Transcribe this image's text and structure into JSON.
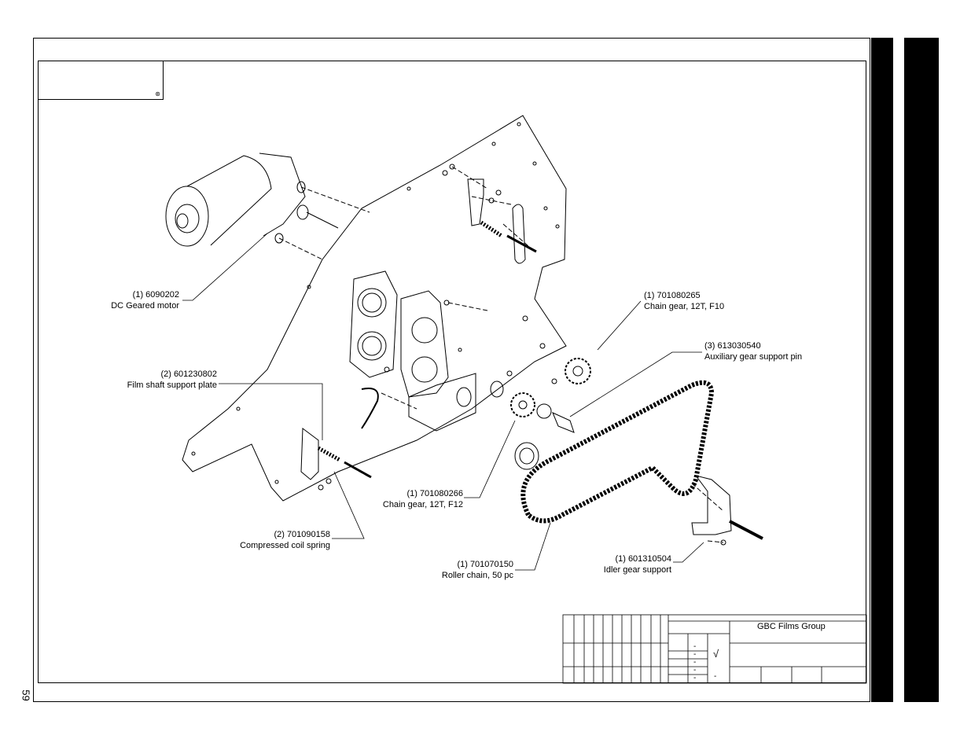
{
  "page": {
    "number": "59"
  },
  "callouts": [
    {
      "qty": "(1) 6090202",
      "desc": "DC Geared motor"
    },
    {
      "qty": "(2) 601230802",
      "desc": "Film shaft support plate"
    },
    {
      "qty": "(2) 701090158",
      "desc": "Compressed coil spring"
    },
    {
      "qty": "(1) 701080266",
      "desc": "Chain gear, 12T, F12"
    },
    {
      "qty": "(1) 701070150",
      "desc": "Roller chain, 50 pc"
    },
    {
      "qty": "(1) 701080265",
      "desc": "Chain gear, 12T, F10"
    },
    {
      "qty": "(3) 613030540",
      "desc": "Auxiliary gear support pin"
    },
    {
      "qty": "(1) 601310504",
      "desc": "Idler gear support"
    }
  ],
  "title_block": {
    "company": "GBC Films Group",
    "dash": "-",
    "check_mark": "√"
  },
  "symbols": {
    "title_box_mark": "⊛"
  }
}
